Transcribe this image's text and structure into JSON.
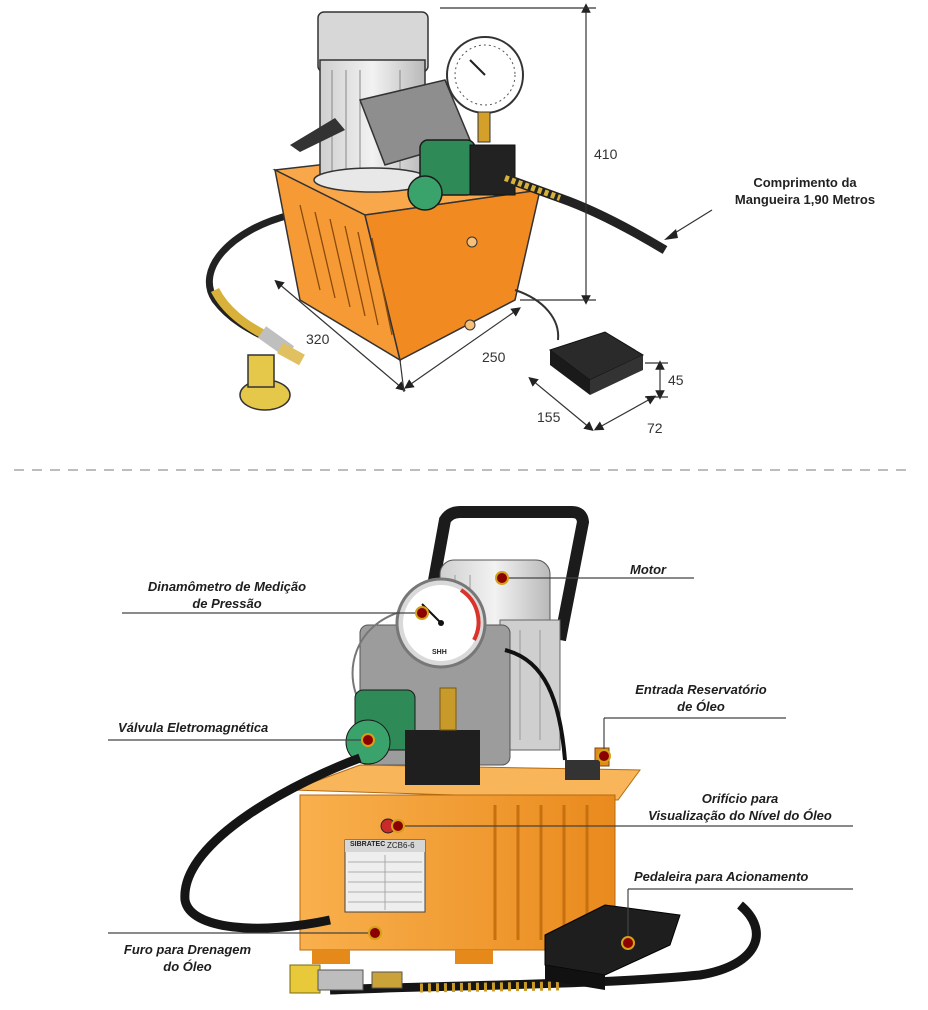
{
  "top_diagram": {
    "dimensions": {
      "height": "410",
      "depth": "320",
      "width": "250",
      "pedal_height": "45",
      "pedal_length": "155",
      "pedal_width": "72"
    },
    "hose_note": {
      "line1": "Comprimento da",
      "line2": "Mangueira 1,90 Metros"
    }
  },
  "bottom_photo": {
    "labels": {
      "motor": "Motor",
      "gauge_1": "Dinamômetro de Medição",
      "gauge_2": "de Pressão",
      "reservoir_1": "Entrada Reservatório",
      "reservoir_2": "de Óleo",
      "valve": "Válvula Eletromagnética",
      "sight_1": "Orifício para",
      "sight_2": "Visualização do Nível do Óleo",
      "pedal": "Pedaleira para Acionamento",
      "drain_1": "Furo para Drenagem",
      "drain_2": "do Óleo"
    },
    "nameplate": {
      "brand": "SIBRATEC",
      "model": "ZCB6-6"
    },
    "gauge_brand": "SHH"
  },
  "colors": {
    "orange": "#f7a13a",
    "orange_dark": "#e07d12",
    "marker": "#b8860b",
    "green": "#2e8b57",
    "divider": "#bdbdbd"
  }
}
